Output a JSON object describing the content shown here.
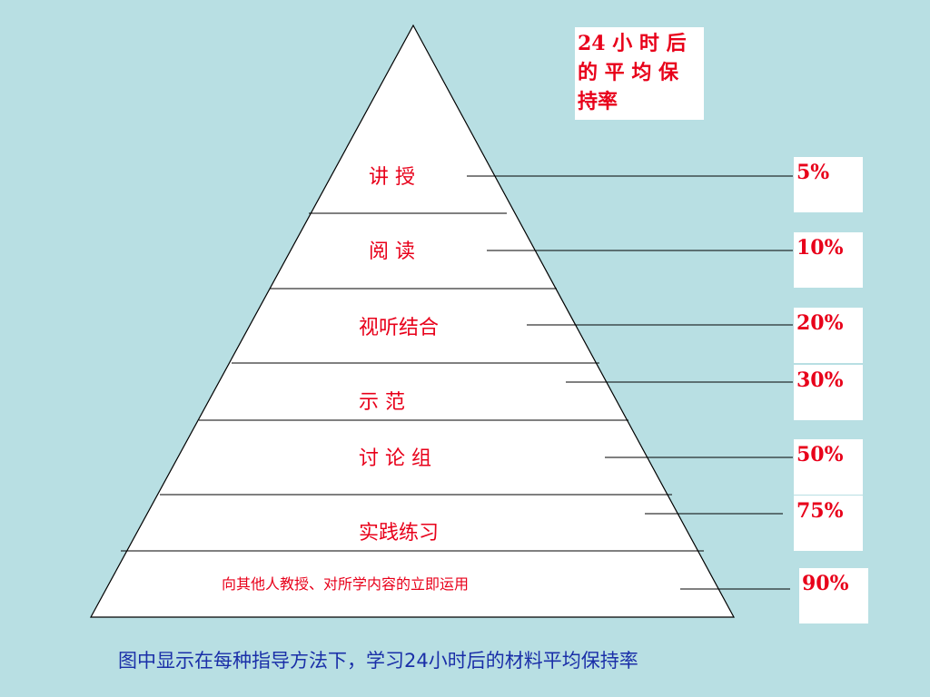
{
  "header": {
    "line1": "24 小 时 后",
    "line2": "的 平 均 保",
    "line3": "持率"
  },
  "levels": [
    {
      "label": "讲  授",
      "retention": "5%"
    },
    {
      "label": "阅  读",
      "retention": "10%"
    },
    {
      "label": "视听结合",
      "retention": "20%"
    },
    {
      "label": "示  范",
      "retention": "30%"
    },
    {
      "label": "讨 论 组",
      "retention": "50%"
    },
    {
      "label": "实践练习",
      "retention": "75%"
    },
    {
      "label": "向其他人教授、对所学内容的立即运用",
      "retention": "90%"
    }
  ],
  "caption": "图中显示在每种指导方法下，学习24小时后的材料平均保持率",
  "colors": {
    "background": "#b8dfe3",
    "label": "#e8001a",
    "caption": "#1a2fa8",
    "outline": "#000000"
  }
}
